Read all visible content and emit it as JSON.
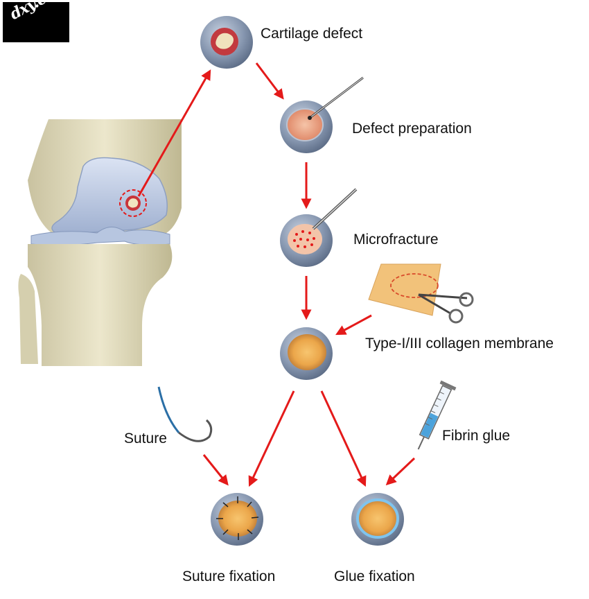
{
  "watermark": "dxy.cn",
  "steps": {
    "cartilage_defect": "Cartilage defect",
    "defect_preparation": "Defect preparation",
    "microfracture": "Microfracture",
    "collagen_membrane": "Type-I/III collagen membrane",
    "suture": "Suture",
    "fibrin_glue": "Fibrin glue",
    "suture_fixation": "Suture fixation",
    "glue_fixation": "Glue fixation"
  },
  "colors": {
    "arrow": "#e41a1a",
    "disc": "#8a9bb3",
    "bone": "#e3ddc0",
    "cartilage": "#b9c8e3",
    "membrane": "#f0b55a"
  }
}
